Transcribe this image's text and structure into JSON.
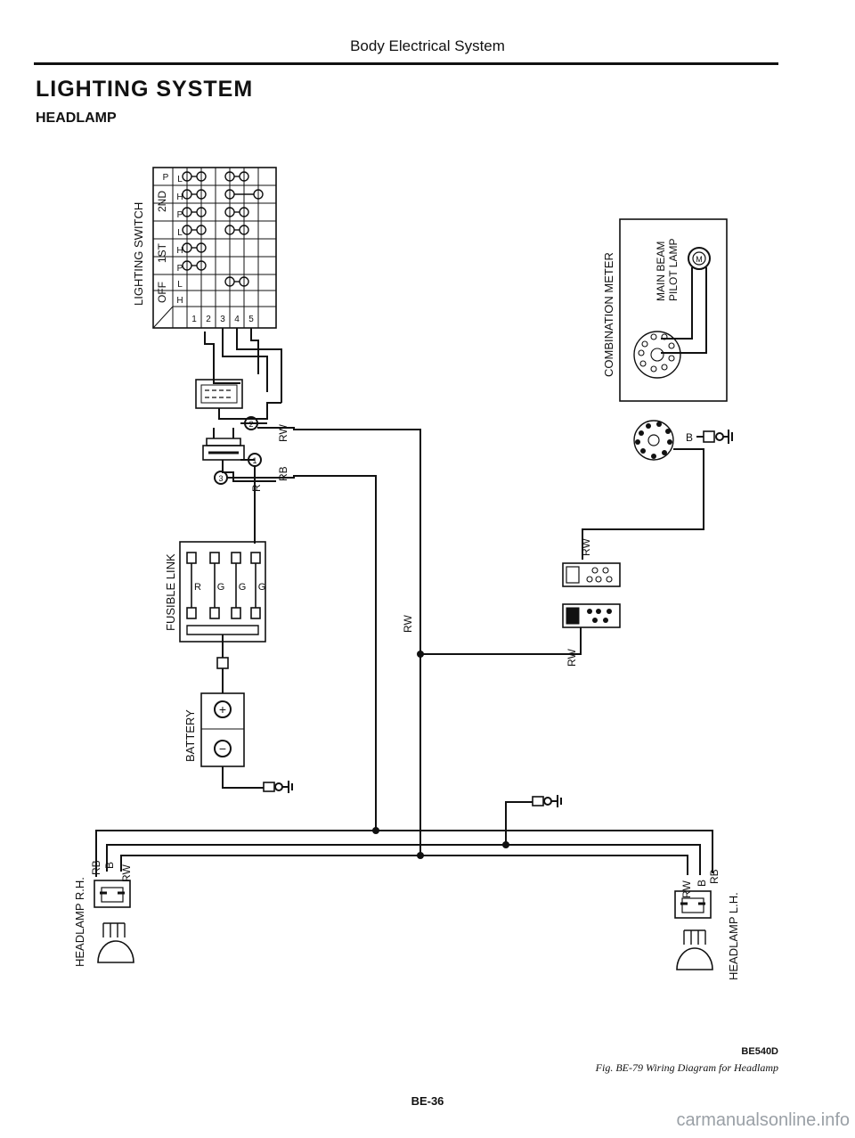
{
  "header": {
    "title": "Body Electrical System"
  },
  "section": {
    "title": "LIGHTING SYSTEM",
    "subtitle": "HEADLAMP"
  },
  "components": {
    "lighting_switch": "LIGHTING SWITCH",
    "fusible_link": "FUSIBLE LINK",
    "battery": "BATTERY",
    "combination_meter": "COMBINATION METER",
    "main_beam_line1": "MAIN BEAM",
    "main_beam_line2": "PILOT LAMP",
    "headlamp_rh": "HEADLAMP R.H.",
    "headlamp_lh": "HEADLAMP L.H."
  },
  "switch_table": {
    "positions": [
      "OFF",
      "1ST",
      "2ND"
    ],
    "columns": [
      "H",
      "L",
      "P",
      "H",
      "L",
      "P",
      "H",
      "L",
      "P"
    ],
    "terminals": [
      "1",
      "2",
      "3",
      "4",
      "5"
    ]
  },
  "wire_codes": {
    "rw": "RW",
    "rb": "RB",
    "r": "R",
    "b": "B",
    "g": "G",
    "plus": "+",
    "minus": "−"
  },
  "connector_pins": {
    "pin1": "1",
    "pin2": "2",
    "pin3": "3",
    "pin_meter": "M"
  },
  "footer": {
    "code": "BE540D",
    "caption": "Fig. BE-79 Wiring Diagram for Headlamp",
    "page": "BE-36",
    "watermark": "carmanualsonline.info"
  }
}
